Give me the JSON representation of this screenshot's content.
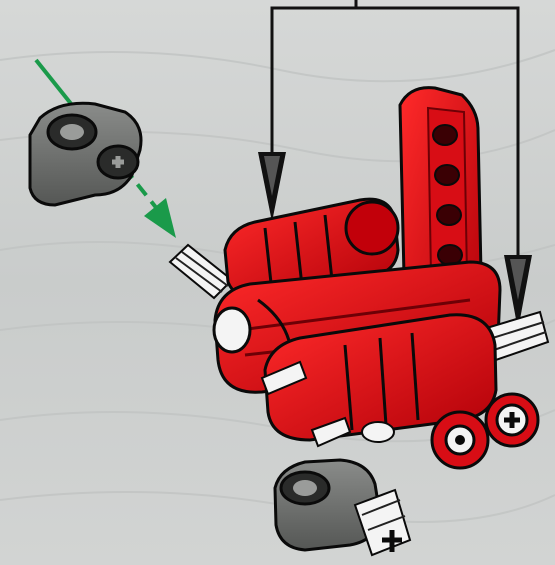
{
  "background_color": "#cfd2d1",
  "colors": {
    "red_part": "#e0101a",
    "red_dark": "#8e0008",
    "gray_part": "#6b6d6b",
    "gray_light": "#9a9c9a",
    "outline": "#0a0a0a",
    "green_arrow": "#1a9a4a",
    "black_arrow": "#111111",
    "axle_white": "#f4f4f4"
  },
  "parts": [
    {
      "name": "gray-cross-block-top",
      "icon": "cross-block-icon"
    },
    {
      "name": "gray-cross-block-bottom",
      "icon": "cross-block-icon"
    },
    {
      "name": "red-liftarm-vertical",
      "icon": "liftarm-icon"
    },
    {
      "name": "red-axle-connector-upper",
      "icon": "axle-connector-icon"
    },
    {
      "name": "red-axle-connector-lower",
      "icon": "axle-connector-icon"
    },
    {
      "name": "red-liftarm-horizontal",
      "icon": "liftarm-icon"
    },
    {
      "name": "white-axle-left",
      "icon": "axle-icon"
    },
    {
      "name": "white-axle-right",
      "icon": "axle-icon"
    },
    {
      "name": "white-axle-bottom",
      "icon": "axle-icon"
    }
  ],
  "arrows": [
    {
      "name": "green-insert-arrow",
      "color": "green"
    },
    {
      "name": "black-down-arrow-left",
      "color": "black"
    },
    {
      "name": "black-down-arrow-right",
      "color": "black"
    }
  ]
}
